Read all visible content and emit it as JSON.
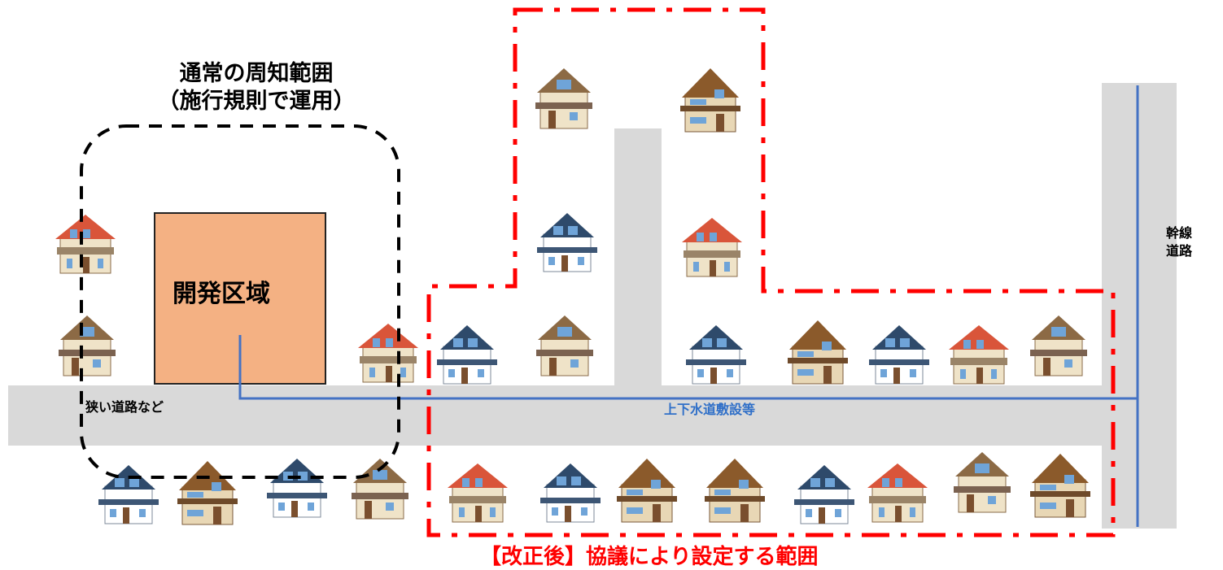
{
  "normal_range": {
    "line1": "通常の周知範囲",
    "line2": "（施行規則で運用）"
  },
  "development_area": {
    "label": "開発区域"
  },
  "narrow_road": {
    "label": "狭い道路など"
  },
  "water_pipe": {
    "label": "上下水道敷設等"
  },
  "trunk_road": {
    "line1": "幹線",
    "line2": "道路"
  },
  "revised_range": {
    "label": "【改正後】協議により設定する範囲"
  },
  "colors": {
    "road": "#d9d9d9",
    "development_area_fill": "#f4b183",
    "pipe": "#4472c4",
    "revised_border": "#ff0000",
    "normal_border": "#000000"
  }
}
